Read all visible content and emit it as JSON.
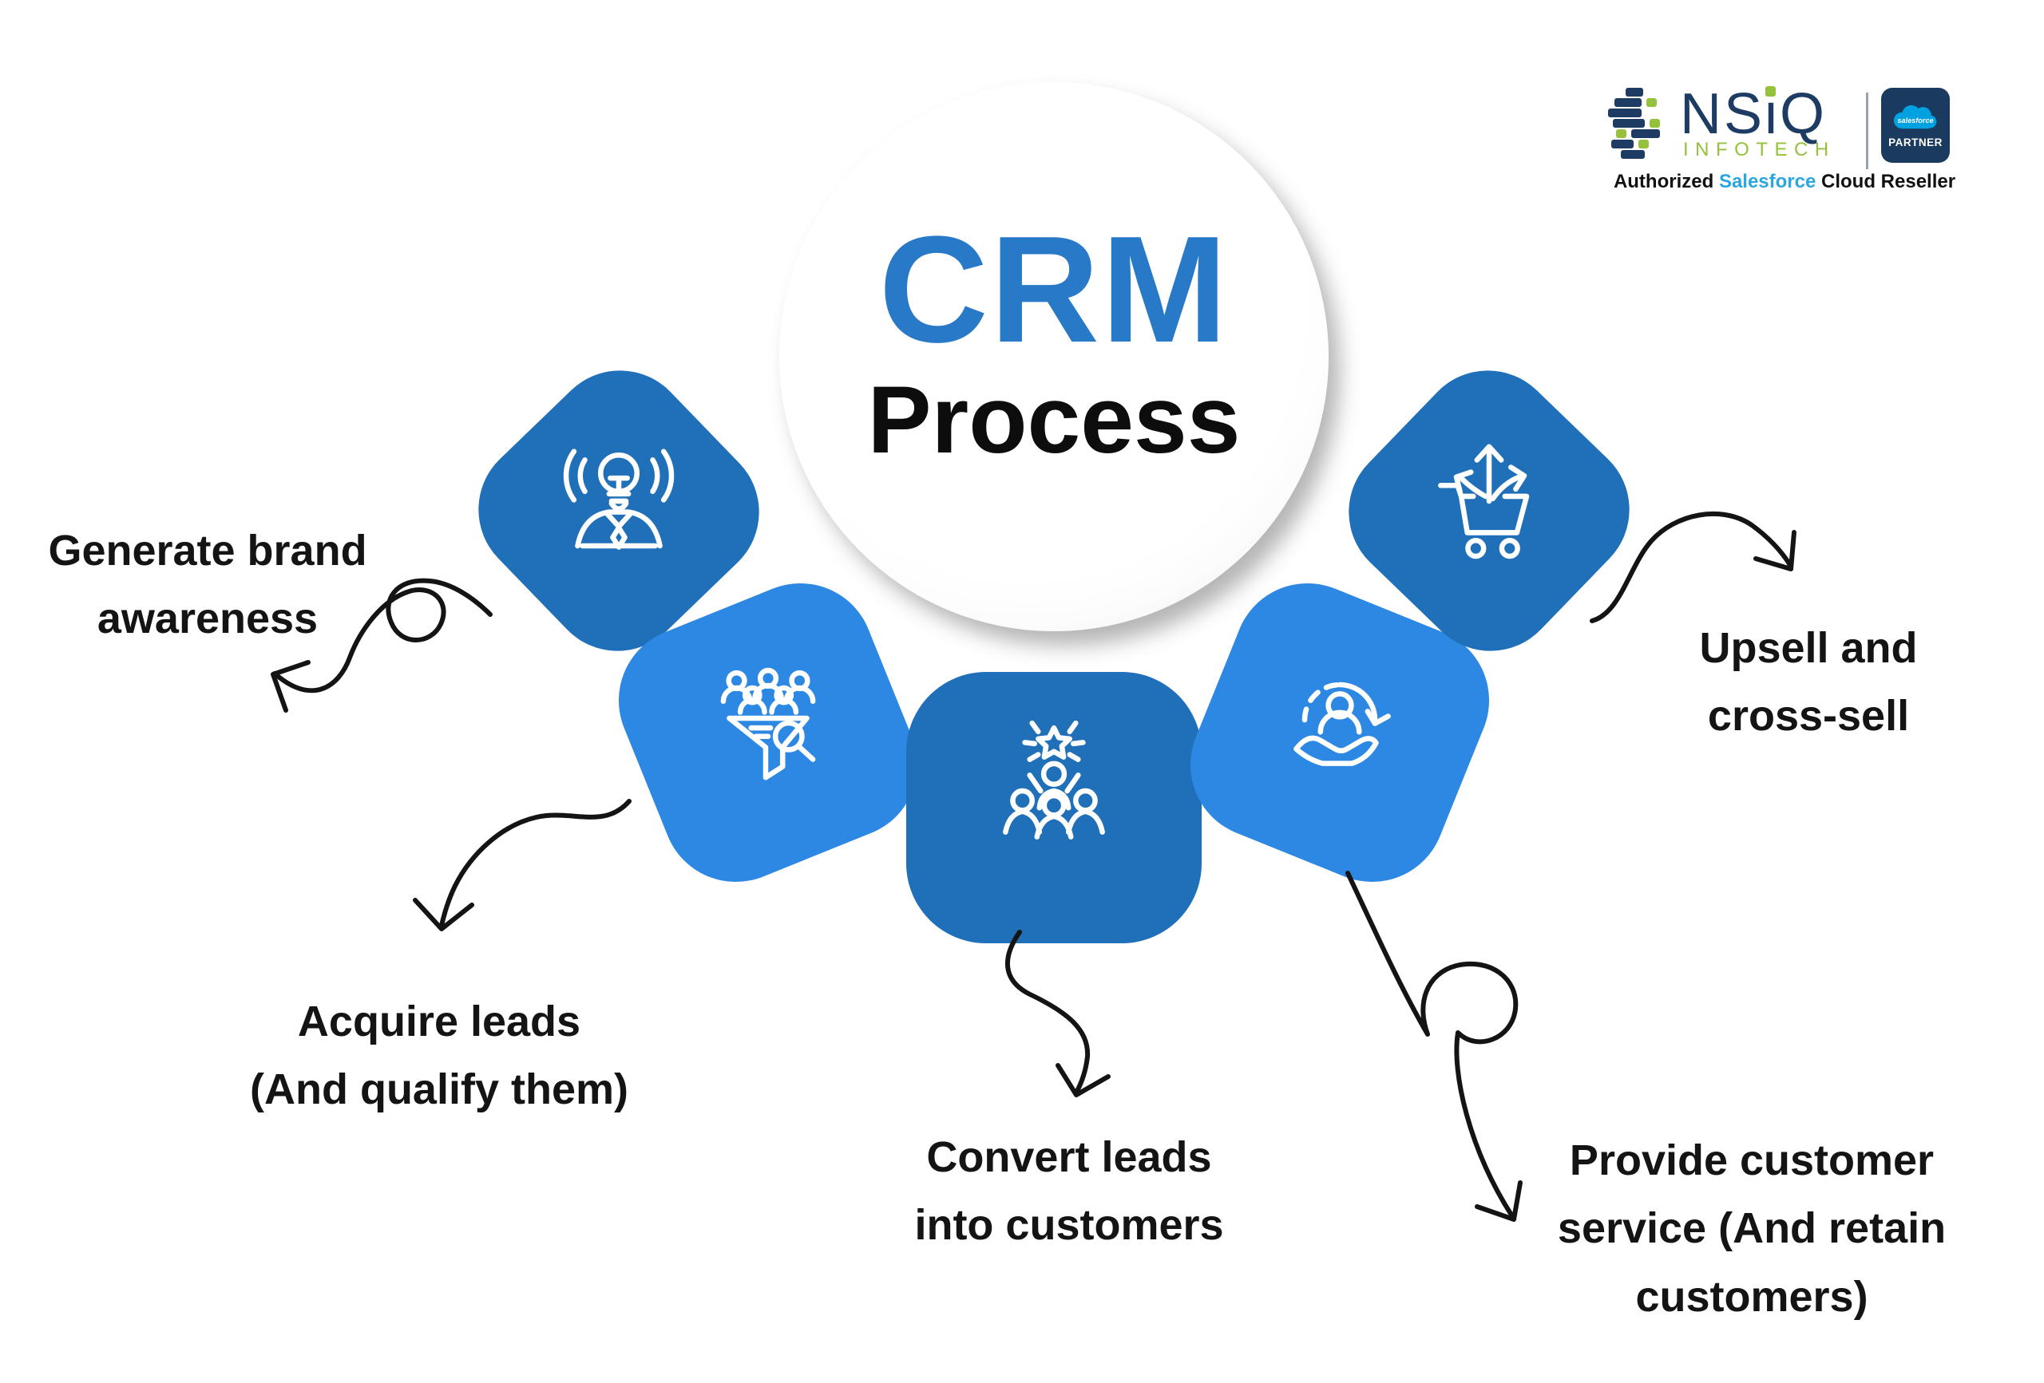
{
  "colors": {
    "petal_dark": "#1F70B8",
    "petal_light": "#2D88E3",
    "crm_blue": "#2979C9",
    "ink": "#141414",
    "logo_navy": "#1E3C63",
    "logo_green": "#95C13D",
    "sf_blue": "#00A1E0",
    "tagline_blue": "#2BA6DF"
  },
  "title": {
    "line1": "CRM",
    "line2": "Process"
  },
  "logo": {
    "word_prefix": "NS",
    "word_i": "i",
    "word_suffix": "Q",
    "subtext": "INFOTECH",
    "bars": [
      [
        {
          "x": 24,
          "w": 22,
          "c": "navy"
        }
      ],
      [
        {
          "x": 10,
          "w": 34,
          "c": "navy"
        },
        {
          "x": 50,
          "w": 13,
          "c": "green"
        }
      ],
      [
        {
          "x": 2,
          "w": 42,
          "c": "navy"
        }
      ],
      [
        {
          "x": 8,
          "w": 40,
          "c": "navy"
        },
        {
          "x": 54,
          "w": 13,
          "c": "green"
        }
      ],
      [
        {
          "x": 12,
          "w": 13,
          "c": "green"
        },
        {
          "x": 31,
          "w": 36,
          "c": "navy"
        }
      ],
      [
        {
          "x": 6,
          "w": 28,
          "c": "navy"
        },
        {
          "x": 40,
          "w": 13,
          "c": "green"
        }
      ],
      [
        {
          "x": 18,
          "w": 30,
          "c": "navy"
        }
      ]
    ],
    "badge": {
      "cloud": "salesforce",
      "label": "PARTNER"
    },
    "tagline": {
      "part1": "Authorized",
      "highlight": "Salesforce",
      "part2": "Cloud Reseller"
    }
  },
  "petals": [
    {
      "step": 1,
      "shade": "dark",
      "icon": "person-lightbulb-broadcast-icon"
    },
    {
      "step": 2,
      "shade": "light",
      "icon": "audience-funnel-search-icon"
    },
    {
      "step": 3,
      "shade": "dark",
      "icon": "star-achiever-team-icon"
    },
    {
      "step": 4,
      "shade": "light",
      "icon": "customer-cycle-hand-icon"
    },
    {
      "step": 5,
      "shade": "dark",
      "icon": "cart-branching-arrows-icon"
    }
  ],
  "labels": {
    "generate": {
      "line1": "Generate brand",
      "line2": "awareness"
    },
    "acquire": {
      "line1": "Acquire leads",
      "line2": "(And qualify them)"
    },
    "convert": {
      "line1": "Convert leads",
      "line2": "into customers"
    },
    "upsell": {
      "line1": "Upsell and",
      "line2": "cross-sell"
    },
    "service": {
      "line1": "Provide customer",
      "line2": "service (And retain",
      "line3": "customers)"
    }
  }
}
